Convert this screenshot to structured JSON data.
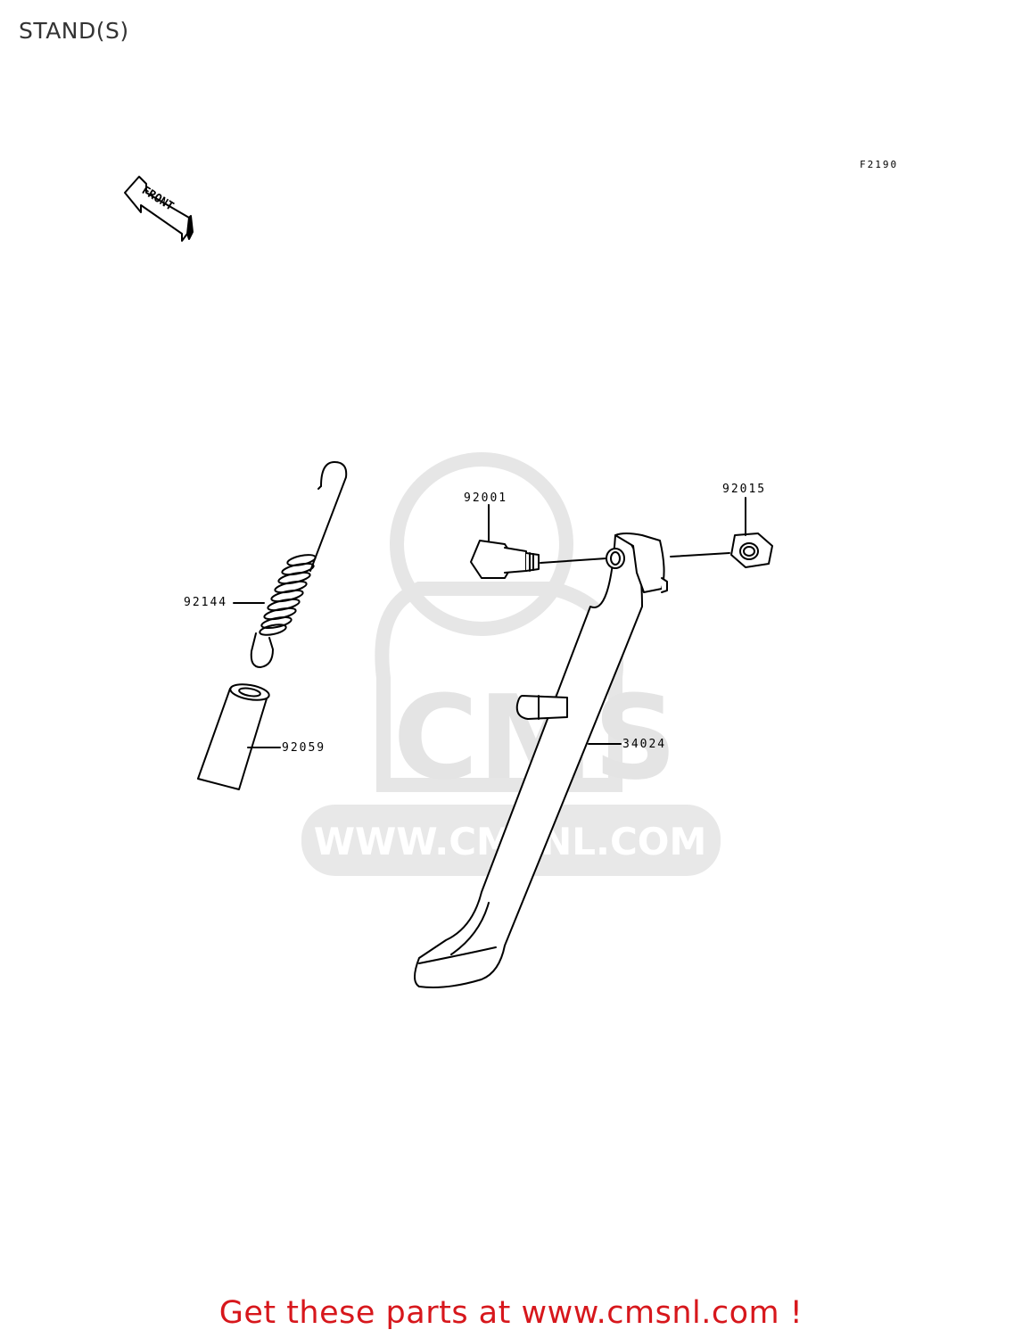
{
  "page": {
    "title": "STAND(S)"
  },
  "figure": {
    "code": "F2190",
    "direction_label": "FRONT"
  },
  "parts": [
    {
      "number": "92001"
    },
    {
      "number": "92015"
    },
    {
      "number": "92144"
    },
    {
      "number": "92059"
    },
    {
      "number": "34024"
    }
  ],
  "watermark": {
    "brand": "CMS",
    "url": "WWW.CMSNL.COM"
  },
  "footer": {
    "cta": "Get these parts at www.cmsnl.com !",
    "color": "#d7171c"
  }
}
